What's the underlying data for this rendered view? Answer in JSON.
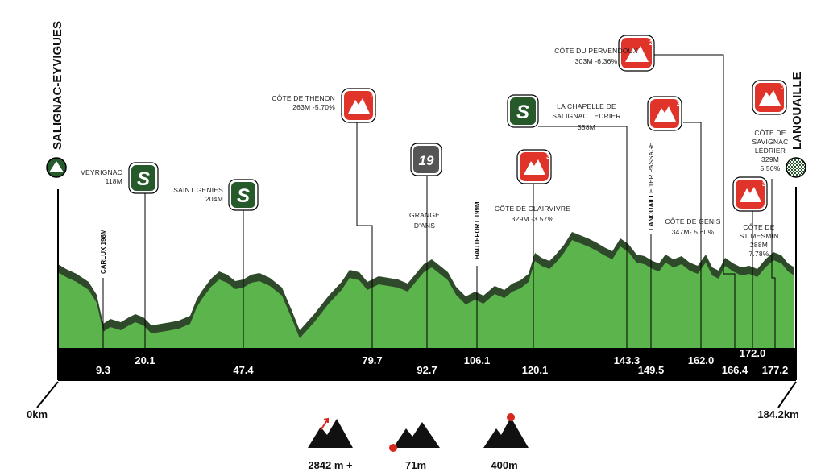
{
  "stage": {
    "start_town": "SALIGNAC-EYVIGUES",
    "finish_town": "LANOUAILLE",
    "start_km": "0km",
    "finish_km": "184.2km"
  },
  "km_markers": [
    "9.3",
    "20.1",
    "47.4",
    "79.7",
    "92.7",
    "106.1",
    "120.1",
    "143.3",
    "149.5",
    "162.0",
    "166.4",
    "172.0",
    "177.2"
  ],
  "vertical_labels": {
    "carlux": "CARLUX 198M",
    "hautefort": "HAUTEFORT 199M",
    "lanouaille_pass": "LANOUAILLE",
    "lanouaille_pass_suffix": " 1ER PASSAGE"
  },
  "sprints": [
    {
      "name_lines": [
        "VEYRIGNAC",
        "118M"
      ],
      "glyph": "S"
    },
    {
      "name_lines": [
        "SAINT GENIES",
        "204M"
      ],
      "glyph": "S"
    },
    {
      "name_lines": [
        "LA CHAPELLE DE",
        "SALIGNAC LEDRIER",
        "358M"
      ],
      "glyph": "S"
    }
  ],
  "feed_zone": {
    "lines": [
      "GRANGE",
      "D'ANS"
    ],
    "glyph": "19"
  },
  "climbs": [
    {
      "lines": [
        "CÔTE DE THENON",
        "263M -5.70%"
      ],
      "category": "3"
    },
    {
      "lines": [
        "CÔTE DE CLAIRVIVRE",
        "329M -3.57%"
      ],
      "category": "3"
    },
    {
      "lines": [
        "CÔTE DU PERVENDOUX",
        "303M -6.36%"
      ],
      "category": "2"
    },
    {
      "lines": [
        "CÔTE DE GENIS",
        "347M- 5.60%"
      ],
      "category": "2"
    },
    {
      "lines": [
        "CÔTE DE",
        "ST MESMIN",
        "288M",
        "7.78%"
      ],
      "category": "3"
    },
    {
      "lines": [
        "CÔTE DE",
        "SAVIGNAC",
        "LÉDRIER",
        "329M",
        "5.50%"
      ],
      "category": "3"
    }
  ],
  "stats": {
    "elevation_gain": "2842 m +",
    "min_altitude": "71m",
    "max_altitude": "400m"
  },
  "colors": {
    "profile_green": "#5cb54c",
    "profile_shadow": "#2f4a2a",
    "km_band": "#000000",
    "climb_red": "#e0332a",
    "sprint_green": "#265a2b",
    "feed_grey": "#555555",
    "marker_dot_red": "#d8271d"
  }
}
